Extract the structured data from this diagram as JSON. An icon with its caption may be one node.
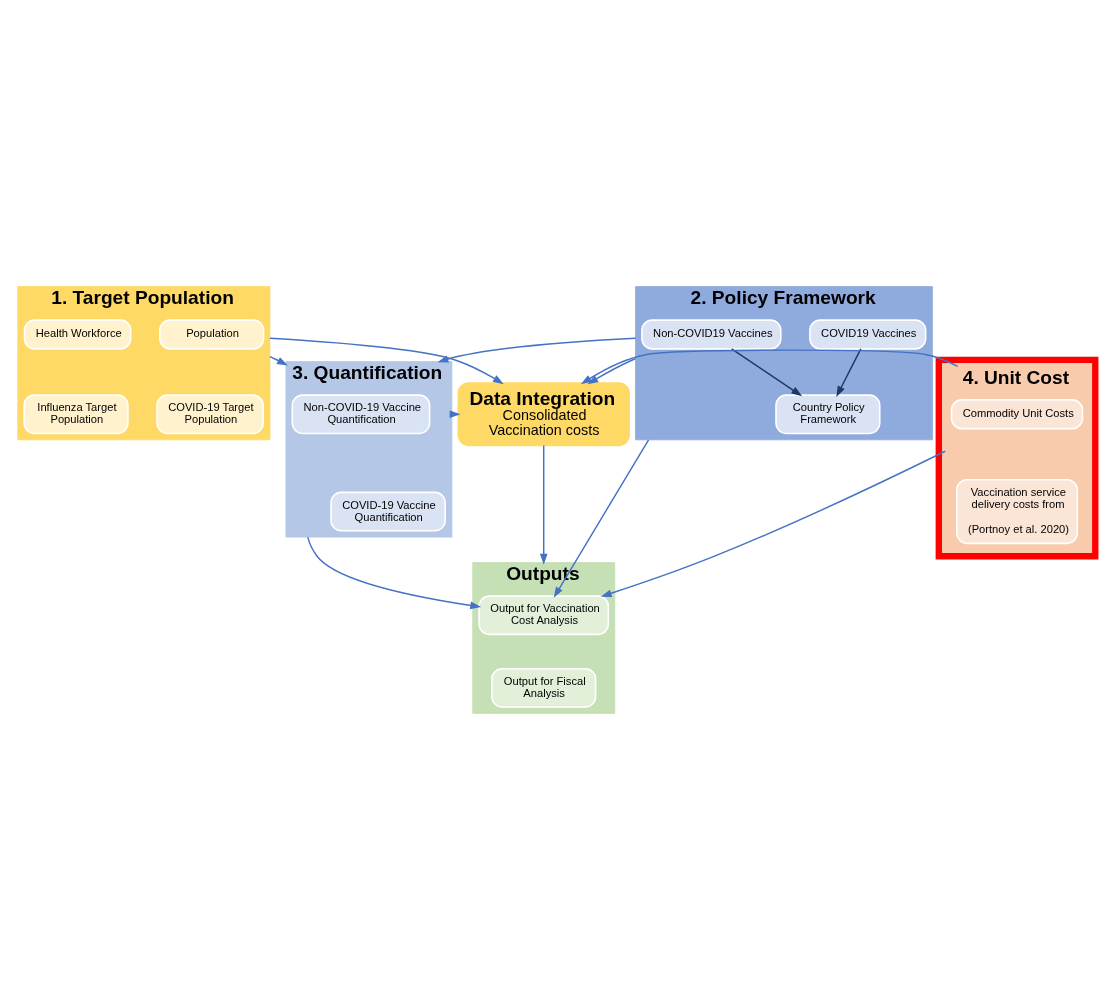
{
  "diagram": {
    "nodes": [
      {
        "text": [
          "1. Target Population"
        ]
      },
      {
        "text": [
          "Population"
        ],
        "in": 0
      },
      {
        "text": [
          "Health Workforce"
        ],
        "in": 0
      },
      {
        "text": [
          "COVID-19 Target Population"
        ],
        "in": 0
      },
      {
        "text": [
          "Influenza Target Population"
        ],
        "in": 0
      },
      {
        "text": [
          "2. Policy Framework"
        ]
      },
      {
        "text": [
          "Non-COVID19 Vaccines"
        ],
        "in": 5
      },
      {
        "text": [
          "COVID19 Vaccines"
        ],
        "in": 5
      },
      {
        "text": [
          "Country Policy Framework"
        ],
        "in": 5
      },
      {
        "text": [
          "3. Quantification"
        ]
      },
      {
        "text": [
          "Non-COVID-19 Vaccine Quantification"
        ],
        "in": 9
      },
      {
        "text": [
          "COVID-19 Vaccine Quantification"
        ],
        "in": 9
      },
      {
        "text": [
          "Data Integration",
          "Consolidated Vaccination costs"
        ]
      },
      {
        "text": [],
        "shape": "box"
      },
      {
        "text": [
          "4. Unit Cost"
        ],
        "in": 13
      },
      {
        "text": [
          "Commodity Unit Costs"
        ],
        "in": 14
      },
      {
        "text": [
          "Vaccination service delivery costs from",
          "(Portnoy et al. 2020)"
        ],
        "in": 14
      },
      {
        "text": [
          "Outputs"
        ]
      },
      {
        "text": [
          "Output for Vaccination Cost Analysis"
        ],
        "in": 17
      },
      {
        "text": [
          "Output for Fiscal Analysis"
        ],
        "in": 17
      }
    ],
    "edges": [
      {
        "from": 6,
        "to": 8,
        "arrow": "to",
        "color": "#203864"
      },
      {
        "from": 7,
        "to": 8,
        "arrow": "to",
        "color": "#203864"
      },
      {
        "from": 0,
        "to": 9,
        "arrow": "to"
      },
      {
        "from": 0,
        "to": 12,
        "arrow": "to"
      },
      {
        "from": 5,
        "to": 9,
        "arrow": "to"
      },
      {
        "from": 5,
        "to": 12,
        "arrow": "to"
      },
      {
        "from": 9,
        "to": 12,
        "arrow": "to"
      },
      {
        "from": 14,
        "to": 12,
        "arrow": "to"
      },
      {
        "from": 12,
        "to": 17,
        "arrow": "to"
      },
      {
        "from": 9,
        "to": 18,
        "arrow": "to"
      },
      {
        "from": 14,
        "to": 18,
        "arrow": "to"
      },
      {
        "from": 5,
        "to": 18,
        "arrow": "to"
      }
    ]
  }
}
